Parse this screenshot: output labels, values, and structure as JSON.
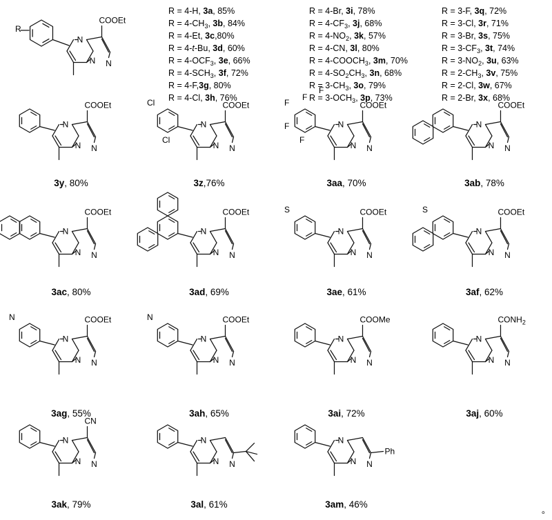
{
  "r_table": [
    [
      {
        "pre": "R = 4-H, ",
        "id": "3a",
        "post": ", 85%"
      },
      {
        "pre": "R = 4-CH",
        "sub": "3",
        "mid": ", ",
        "id": "3b",
        "post": ", 84%"
      },
      {
        "pre": "R = 4-Et, ",
        "id": "3c",
        "post": ",80%"
      },
      {
        "pre": "R = 4-",
        "ital": "t",
        "mid": "-Bu, ",
        "id": "3d",
        "post": ", 60%"
      },
      {
        "pre": "R = 4-OCF",
        "sub": "3",
        "mid": ", ",
        "id": "3e",
        "post": ", 66%"
      },
      {
        "pre": "R = 4-SCH",
        "sub": "3",
        "mid": ", ",
        "id": "3f",
        "post": ", 72%"
      },
      {
        "pre": "R = 4-F,",
        "id": "3g",
        "post": ", 80%"
      },
      {
        "pre": "R = 4-Cl, ",
        "id": "3h",
        "post": ", 76%"
      }
    ],
    [
      {
        "pre": "R = 4-Br, ",
        "id": "3i",
        "post": ", 78%"
      },
      {
        "pre": "R = 4-CF",
        "sub": "3",
        "mid": ", ",
        "id": "3j",
        "post": ", 68%"
      },
      {
        "pre": "R = 4-NO",
        "sub": "2",
        "mid": ", ",
        "id": "3k",
        "post": ", 57%"
      },
      {
        "pre": "R = 4-CN, ",
        "id": "3l",
        "post": ", 80%"
      },
      {
        "pre": "R = 4-COOCH",
        "sub": "3",
        "mid": ", ",
        "id": "3m",
        "post": ", 70%"
      },
      {
        "pre": "R = 4-SO",
        "sub": "2",
        "mid": "CH",
        "sub2": "3",
        "mid2": ", ",
        "id": "3n",
        "post": ", 68%"
      },
      {
        "pre": "R = 3-CH",
        "sub": "3",
        "mid": ", ",
        "id": "3o",
        "post": ", 79%"
      },
      {
        "pre": "R = 3-OCH",
        "sub": "3",
        "mid": ", ",
        "id": "3p",
        "post": ", 73%"
      }
    ],
    [
      {
        "pre": "R = 3-F, ",
        "id": "3q",
        "post": ", 72%"
      },
      {
        "pre": "R = 3-Cl, ",
        "id": "3r",
        "post": ", 71%"
      },
      {
        "pre": "R = 3-Br, ",
        "id": "3s",
        "post": ", 75%"
      },
      {
        "pre": "R = 3-CF",
        "sub": "3",
        "mid": ", ",
        "id": "3t",
        "post": ", 74%"
      },
      {
        "pre": "R = 3-NO",
        "sub": "2",
        "mid": ", ",
        "id": "3u",
        "post": ", 63%"
      },
      {
        "pre": "R = 2-CH",
        "sub": "3",
        "mid": ", ",
        "id": "3v",
        "post": ", 75%"
      },
      {
        "pre": "R = 2-Cl, ",
        "id": "3w",
        "post": ", 67%"
      },
      {
        "pre": "R = 2-Br, ",
        "id": "3x",
        "post": ", 68%"
      }
    ]
  ],
  "general_structure": {
    "r_label": "R",
    "ester": "COOEt",
    "n_label": "N"
  },
  "products": [
    {
      "id": "3y",
      "yield": ", 80%",
      "sep": "",
      "ester": "COOEt"
    },
    {
      "id": "3z",
      "yield": "76%",
      "sep": ",",
      "ester": "COOEt",
      "subst": [
        "Cl",
        "Cl"
      ]
    },
    {
      "id": "3aa",
      "yield": ", 70%",
      "sep": "",
      "ester": "COOEt",
      "subst": [
        "F",
        "F",
        "F",
        "F",
        "F"
      ]
    },
    {
      "id": "3ab",
      "yield": ", 78%",
      "sep": "",
      "ester": "COOEt"
    },
    {
      "id": "3ac",
      "yield": ", 80%",
      "sep": "",
      "ester": "COOEt"
    },
    {
      "id": "3ad",
      "yield": ", 69%",
      "sep": "",
      "ester": "COOEt"
    },
    {
      "id": "3ae",
      "yield": ", 61%",
      "sep": "",
      "ester": "COOEt",
      "subst": [
        "S"
      ]
    },
    {
      "id": "3af",
      "yield": ", 62%",
      "sep": "",
      "ester": "COOEt",
      "subst": [
        "S"
      ]
    },
    {
      "id": "3ag",
      "yield": ", 55%",
      "sep": "",
      "ester": "COOEt",
      "subst": [
        "N"
      ]
    },
    {
      "id": "3ah",
      "yield": ", 65%",
      "sep": "",
      "ester": "COOEt",
      "subst": [
        "N"
      ]
    },
    {
      "id": "3ai",
      "yield": ", 72%",
      "sep": "",
      "ester": "COOMe"
    },
    {
      "id": "3aj",
      "yield": ", 60%",
      "sep": "",
      "ester": "CONH",
      "ester_sub": "2"
    },
    {
      "id": "3ak",
      "yield": ", 79%",
      "sep": "",
      "ester": "CN"
    },
    {
      "id": "3al",
      "yield": ", 61%",
      "sep": ""
    },
    {
      "id": "3am",
      "yield": ", 46%",
      "sep": "",
      "ester": "Ph"
    }
  ],
  "trailing_mark": "。"
}
